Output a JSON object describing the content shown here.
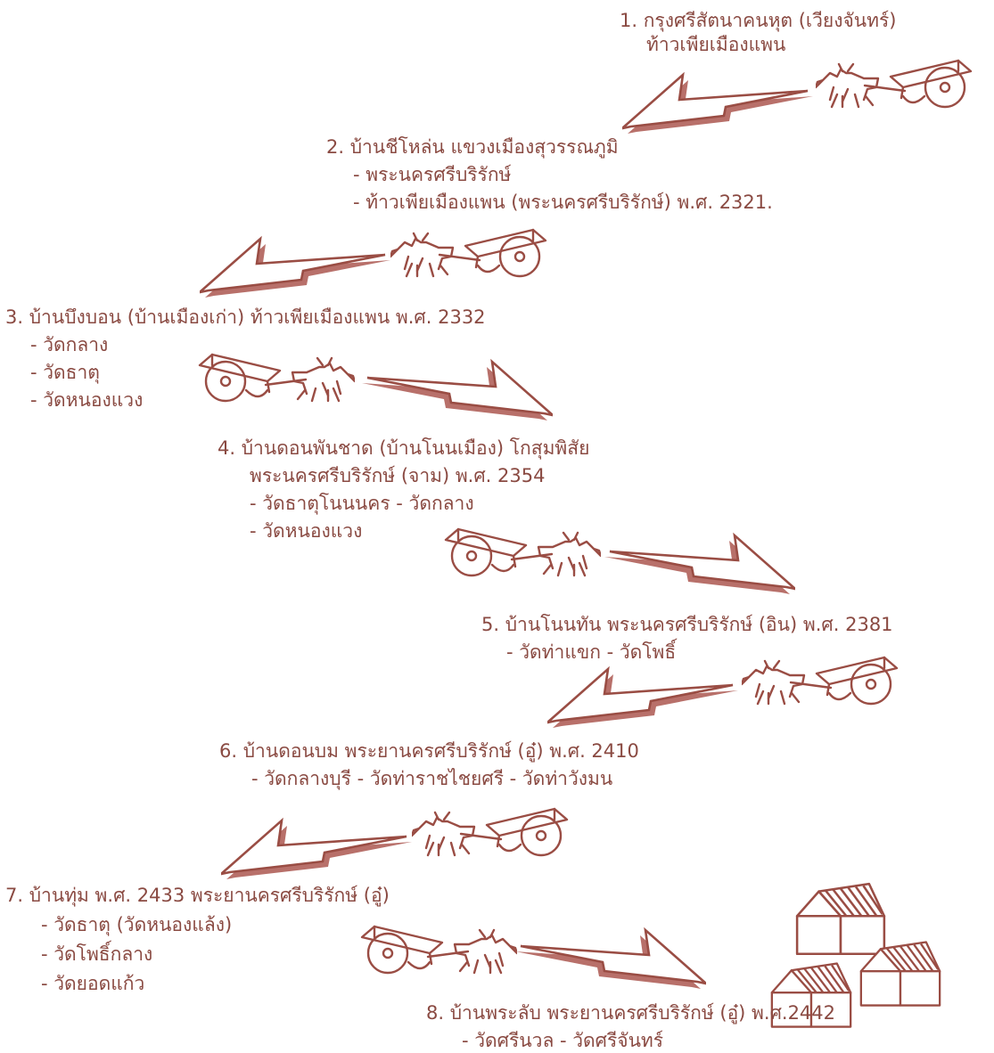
{
  "steps": [
    {
      "lines": [
        "1. กรุงศรีสัตนาคนหุต (เวียงจันทร์)",
        "ท้าวเพียเมืองแพน"
      ]
    },
    {
      "lines": [
        "2. บ้านชีโหล่น  แขวงเมืองสุวรรณภูมิ",
        "-  พระนครศรีบริรักษ์",
        "-  ท้าวเพียเมืองแพน (พระนครศรีบริรักษ์) พ.ศ. 2321."
      ]
    },
    {
      "lines": [
        "3. บ้านบึงบอน (บ้านเมืองเก่า) ท้าวเพียเมืองแพน พ.ศ. 2332",
        "-  วัดกลาง",
        "-  วัดธาตุ",
        "-  วัดหนองแวง"
      ]
    },
    {
      "lines": [
        "4.  บ้านดอนพันชาด (บ้านโนนเมือง) โกสุมพิสัย",
        "พระนครศรีบริรักษ์ (จาม)  พ.ศ.  2354",
        "- วัดธาตุโนนนคร      - วัดกลาง",
        "- วัดหนองแวง"
      ]
    },
    {
      "lines": [
        "5. บ้านโนนทัน  พระนครศรีบริรักษ์ (อิน) พ.ศ. 2381",
        "-  วัดท่าแขก   -  วัดโพธิ์"
      ]
    },
    {
      "lines": [
        "6.  บ้านดอนบม   พระยานครศรีบริรักษ์ (อู๋) พ.ศ.   2410",
        "-   วัดกลางบุรี   -  วัดท่าราชไชยศรี   -  วัดท่าวังมน"
      ]
    },
    {
      "lines": [
        "7.  บ้านทุ่ม พ.ศ. 2433  พระยานครศรีบริรักษ์ (อู๋)",
        "-   วัดธาตุ (วัดหนองแล้ง)",
        "-   วัดโพธิ์กลาง",
        "-   วัดยอดแก้ว"
      ]
    },
    {
      "lines": [
        "8.  บ้านพระลับ พระยานครศรีบริรักษ์ (อู๋) พ.ศ.2442",
        "-   วัดศรีนวล  -  วัดศรีจันทร์"
      ]
    }
  ]
}
